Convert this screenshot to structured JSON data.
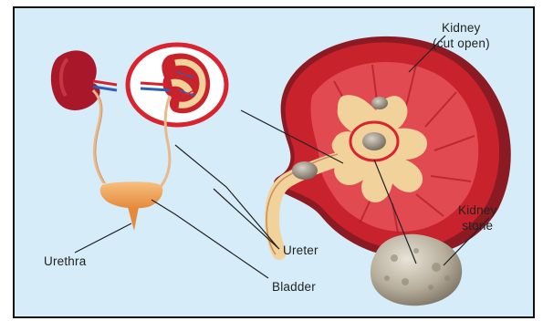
{
  "labels": {
    "kidney_cut_open_line1": "Kidney",
    "kidney_cut_open_line2": "(cut open)",
    "kidney_stone_line1": "Kidney",
    "kidney_stone_line2": "stone",
    "ureter": "Ureter",
    "urethra": "Urethra",
    "bladder": "Bladder"
  },
  "colors": {
    "background": "#d6ecf8",
    "kidney_cortex": "#c8232c",
    "kidney_outer_dark": "#8b1a22",
    "pelvis": "#f2d29b",
    "ureter": "#e9b98a",
    "bladder": "#f0a35a",
    "highlight_ring": "#d9232e",
    "artery": "#d6232a",
    "vein": "#2f5fb3",
    "stone": "#b9b2a3"
  },
  "icons": [
    "kidney-icon",
    "kidney-stone-icon",
    "bladder-icon",
    "magnifier-ring-icon"
  ]
}
